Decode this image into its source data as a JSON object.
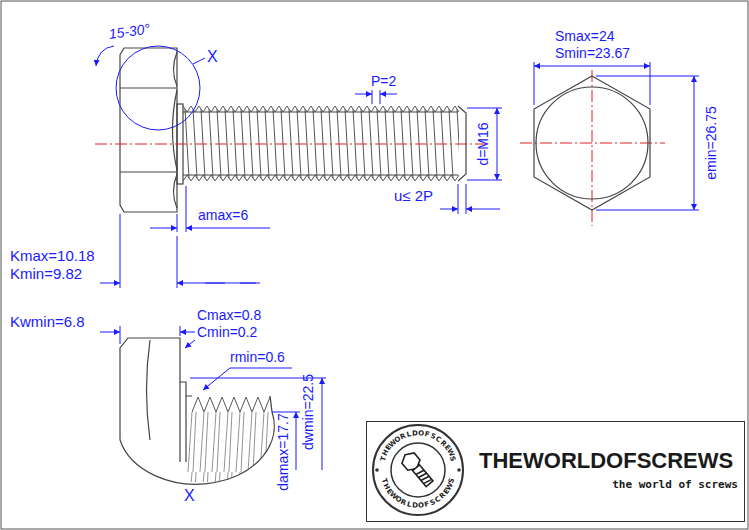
{
  "diagram": {
    "nodes": [
      {
        "text": [
          "THEWORLDOFSCREWS",
          "the world of screws"
        ]
      }
    ],
    "labels": [
      "15-30°",
      "X",
      "P=2",
      "Smax=24",
      "Smin=23.67",
      "d=M16",
      "emin=26.75",
      "u≤ 2P",
      "amax=6",
      "Kmax=10.18",
      "Kmin=9.82",
      "Kwmin=6.8",
      "Cmax=0.8",
      "Cmin=0.2",
      "rmin=0.6",
      "dwmin=22.5",
      "damax=17.7",
      "X",
      "THEWORLDOFSCREWS",
      "THEWORLDOFSCREWS"
    ]
  }
}
